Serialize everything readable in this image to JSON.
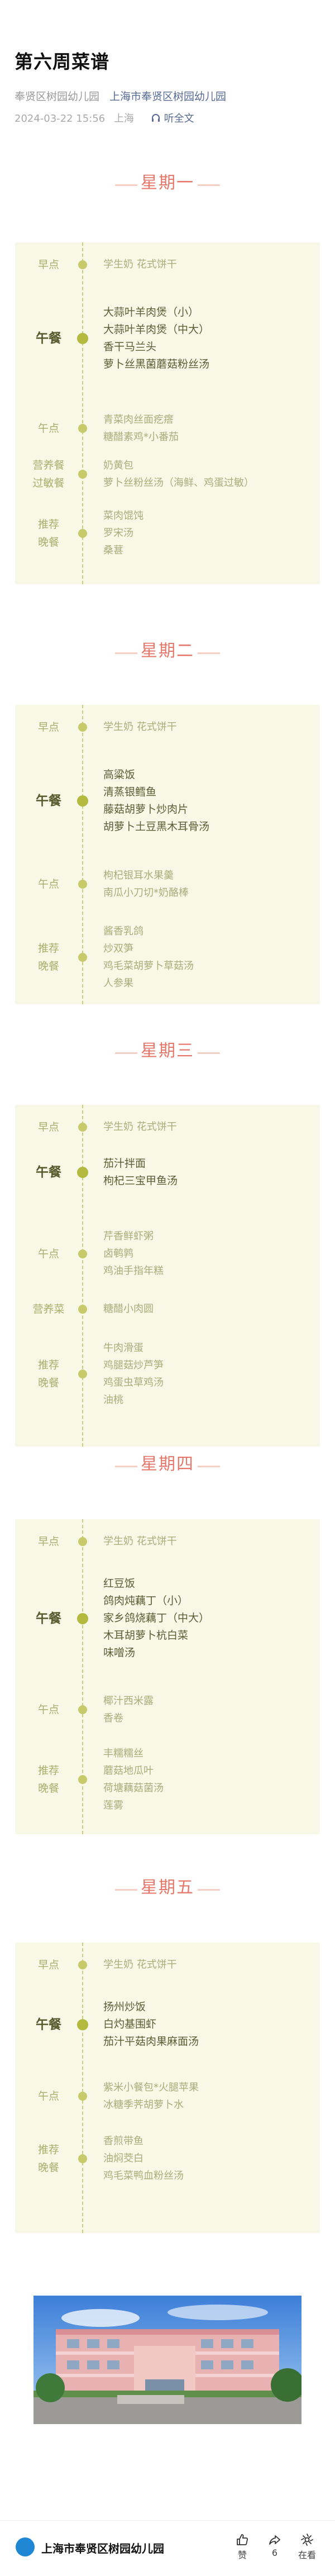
{
  "article": {
    "title": "第六周菜谱",
    "source": "奉贤区树园幼儿园",
    "account": "上海市奉贤区树园幼儿园",
    "date": "2024-03-22 15:56",
    "location": "上海",
    "listen_label": "听全文"
  },
  "days": [
    {
      "name": "星期一",
      "rows": [
        {
          "label": "早点",
          "items": [
            "学生奶 花式饼干"
          ]
        },
        {
          "label": "午餐",
          "items": [
            "大蒜叶羊肉煲（小）",
            "大蒜叶羊肉煲（中大）",
            "香干马兰头",
            "萝卜丝黑菌蘑菇粉丝汤"
          ]
        },
        {
          "label": "午点",
          "items": [
            "青菜肉丝面疙瘩",
            "糖醋素鸡*小番茄"
          ]
        },
        {
          "label": "营养餐\n过敏餐",
          "items": [
            "奶黄包",
            "萝卜丝粉丝汤（海鲜、鸡蛋过敏）"
          ]
        },
        {
          "label": "推荐\n晚餐",
          "items": [
            "菜肉馄饨",
            "罗宋汤",
            "桑葚"
          ]
        }
      ]
    },
    {
      "name": "星期二",
      "rows": [
        {
          "label": "早点",
          "items": [
            "学生奶 花式饼干"
          ]
        },
        {
          "label": "午餐",
          "items": [
            "高粱饭",
            "清蒸银鳕鱼",
            "藤菇胡萝卜炒肉片",
            "胡萝卜土豆黑木耳骨汤"
          ]
        },
        {
          "label": "午点",
          "items": [
            "枸杞银耳水果羹",
            "南瓜小刀切*奶酪棒"
          ]
        },
        {
          "label": "推荐\n晚餐",
          "items": [
            "酱香乳鸽",
            "炒双笋",
            "鸡毛菜胡萝卜草菇汤",
            "人参果"
          ]
        }
      ]
    },
    {
      "name": "星期三",
      "rows": [
        {
          "label": "早点",
          "items": [
            "学生奶 花式饼干"
          ]
        },
        {
          "label": "午餐",
          "items": [
            "茄汁拌面",
            "枸杞三宝甲鱼汤"
          ]
        },
        {
          "label": "午点",
          "items": [
            "芹香鲜虾粥",
            "卤鹌鹑",
            "鸡油手指年糕"
          ]
        },
        {
          "label": "营养菜",
          "items": [
            "糖醋小肉圆"
          ]
        },
        {
          "label": "推荐\n晚餐",
          "items": [
            "牛肉滑蛋",
            "鸡腿菇炒芦笋",
            "鸡蛋虫草鸡汤",
            "油桃"
          ]
        }
      ]
    },
    {
      "name": "星期四",
      "rows": [
        {
          "label": "早点",
          "items": [
            "学生奶 花式饼干"
          ]
        },
        {
          "label": "午餐",
          "items": [
            "红豆饭",
            "鸽肉炖藕丁（小）",
            "家乡鸽烧藕丁（中大）",
            "木耳胡萝卜杭白菜",
            "味噌汤"
          ]
        },
        {
          "label": "午点",
          "items": [
            "椰汁西米露",
            "香卷"
          ]
        },
        {
          "label": "推荐\n晚餐",
          "items": [
            "丰糯糯丝",
            "蘑菇地瓜叶",
            "荷塘藕菇菌汤",
            "莲雾"
          ]
        }
      ]
    },
    {
      "name": "星期五",
      "rows": [
        {
          "label": "早点",
          "items": [
            "学生奶 花式饼干"
          ]
        },
        {
          "label": "午餐",
          "items": [
            "扬州炒饭",
            "白灼基围虾",
            "茄汁平菇肉果麻面汤"
          ]
        },
        {
          "label": "午点",
          "items": [
            "紫米小餐包*火腿苹果",
            "冰糖季荠胡萝卜水"
          ]
        },
        {
          "label": "推荐\n晚餐",
          "items": [
            "香煎带鱼",
            "油焖茭白",
            "鸡毛菜鸭血粉丝汤"
          ]
        }
      ]
    }
  ],
  "bottom_bar": {
    "account_name": "上海市奉贤区树园幼儿园",
    "like_label": "赞",
    "share_count": "6",
    "wow_label": "在看"
  },
  "colors": {
    "day_title": "#e5786a",
    "card_bg": "#f7f9e6",
    "timeline_dot": "#c6ca6a",
    "link": "#576b95"
  },
  "icons": [
    "headphone-icon",
    "thumbs-up-icon",
    "share-icon",
    "wow-icon"
  ]
}
